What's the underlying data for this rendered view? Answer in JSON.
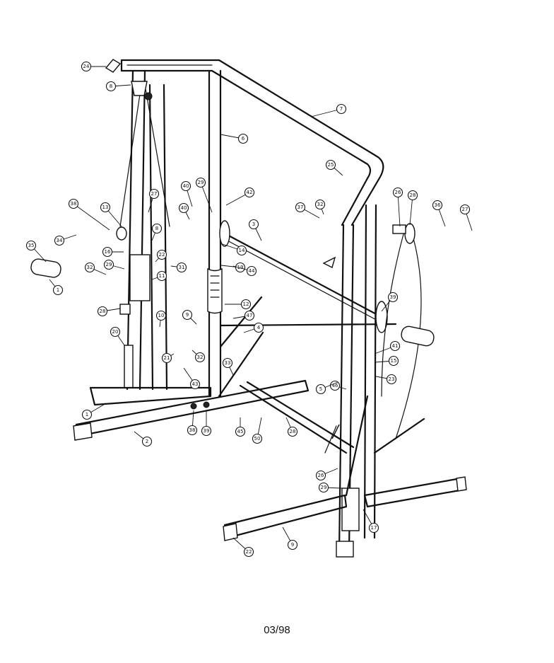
{
  "footer": {
    "date_code": "03/98"
  },
  "callouts": [
    "24",
    "8",
    "7",
    "6",
    "25",
    "40",
    "29",
    "42",
    "40",
    "37",
    "32",
    "36",
    "27",
    "35",
    "34",
    "38",
    "13",
    "8",
    "27",
    "26",
    "28",
    "16",
    "29",
    "32",
    "1",
    "3",
    "4",
    "14",
    "19",
    "12",
    "44",
    "11",
    "31",
    "22",
    "28",
    "20",
    "10",
    "9",
    "32",
    "43",
    "21",
    "33",
    "47",
    "46",
    "39",
    "41",
    "15",
    "23",
    "5",
    "1",
    "2",
    "9",
    "22",
    "26",
    "29",
    "17",
    "38",
    "39",
    "45",
    "50",
    "28"
  ],
  "colors": {
    "ink": "#111111",
    "paper": "#ffffff"
  }
}
